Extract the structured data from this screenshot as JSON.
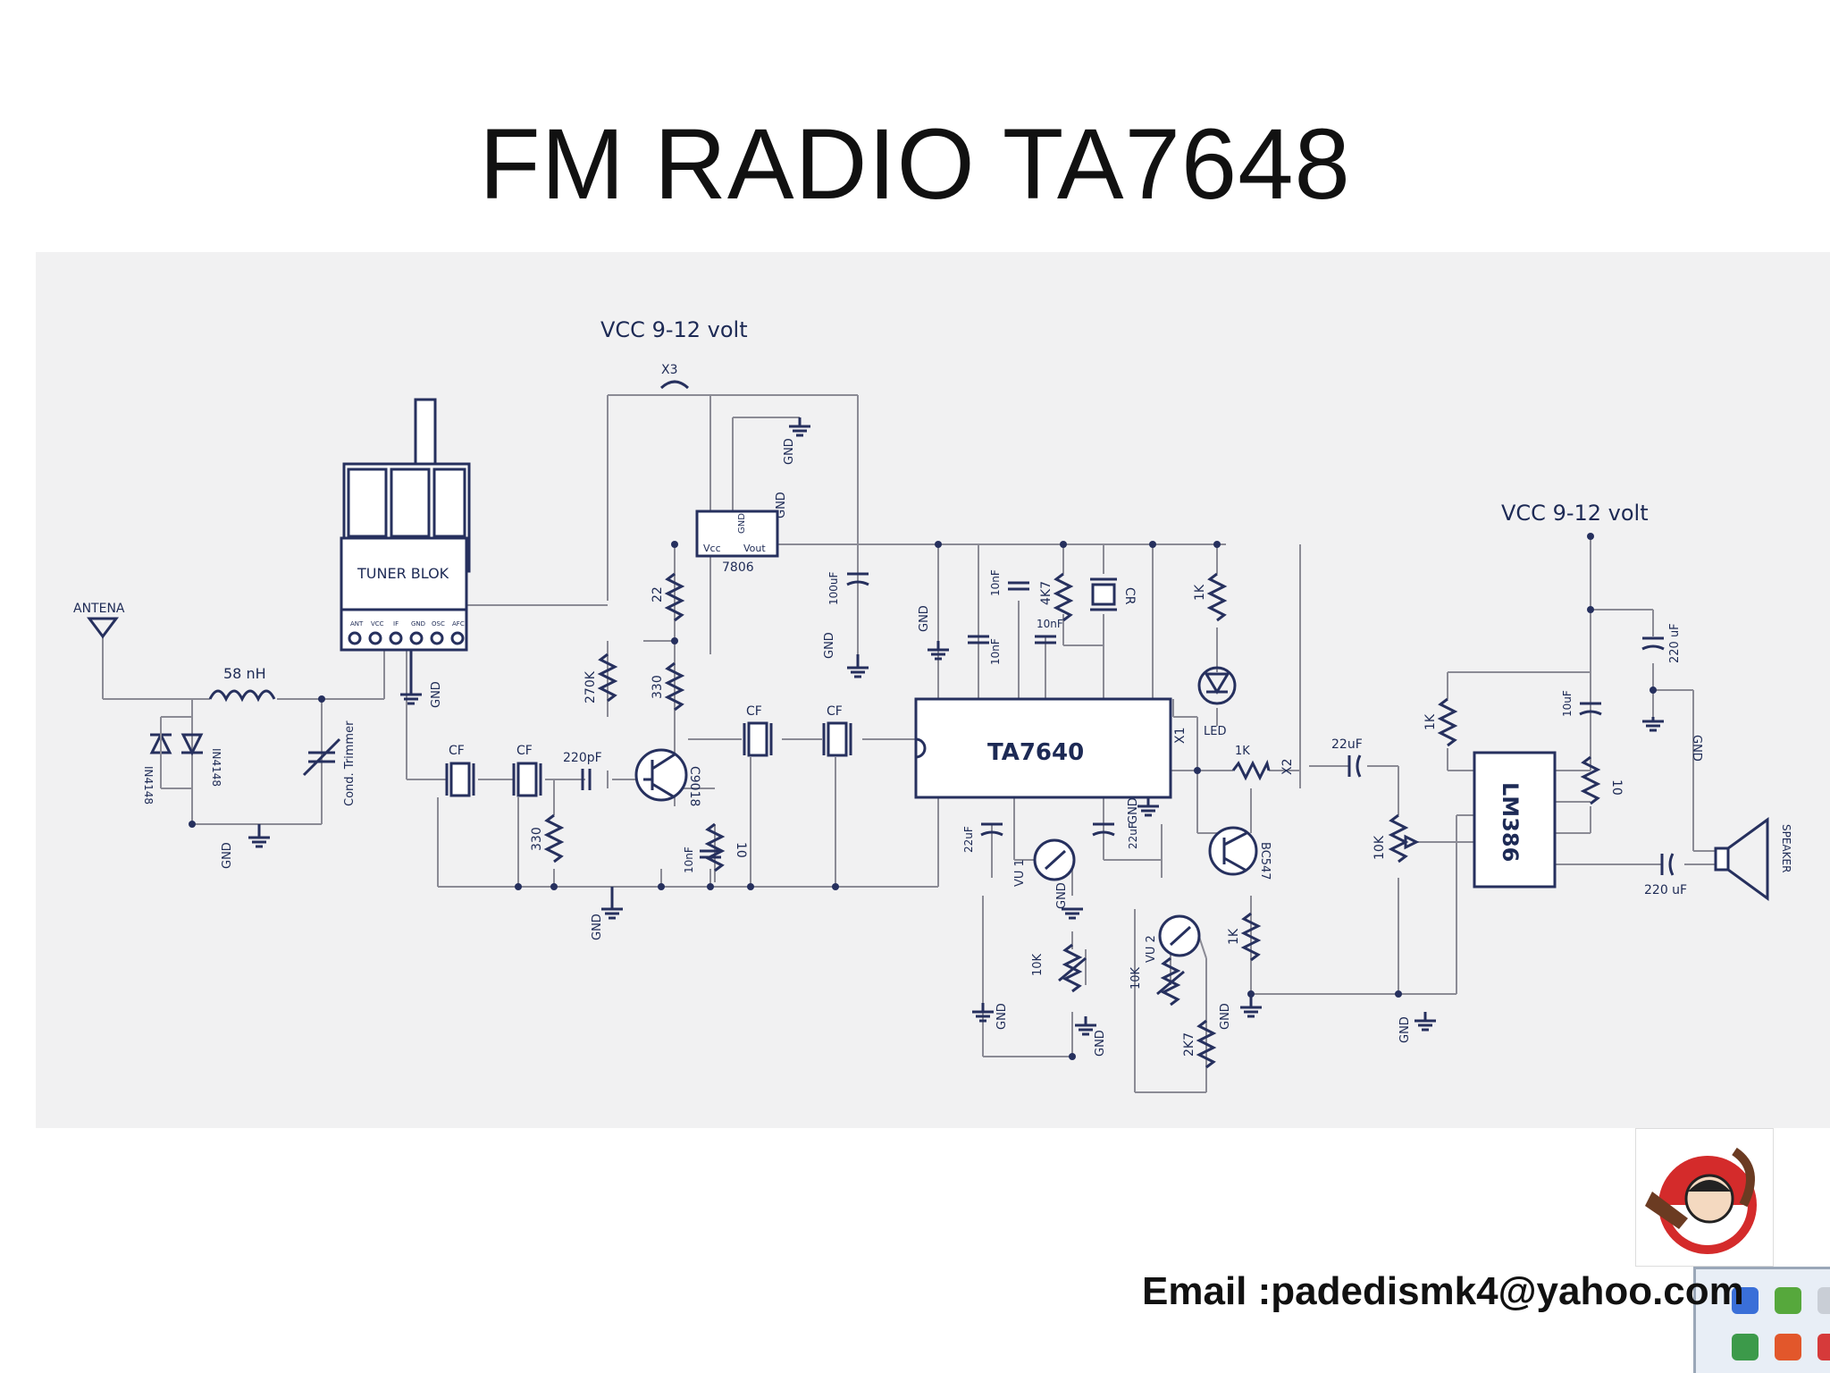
{
  "slide": {
    "title": "FM RADIO TA7648",
    "email": "Email :padedismk4@yahoo.com"
  },
  "schematic": {
    "vcc_main": "VCC  9-12  volt",
    "vcc_amp": "VCC  9-12  volt",
    "connector_x3": "X3",
    "connector_x1": "X1",
    "connector_x2": "X2",
    "tuner_block": "TUNER BLOK",
    "tuner_pins": [
      "ANT",
      "VCC",
      "IF",
      "GND",
      "OSC",
      "AFC"
    ],
    "antenna": "ANTENA",
    "inductor": "58 nH",
    "diode_1": "IN4148",
    "diode_2": "IN4148",
    "trimmer": "Cond. Trimmer",
    "cf_1": "CF",
    "cf_2": "CF",
    "cf_3": "CF",
    "cf_4": "CF",
    "cap_220pf": "220pF",
    "res_330_a": "330",
    "res_330_b": "330",
    "res_270k": "270K",
    "res_22": "22",
    "res_10_a": "10",
    "res_10_b": "10",
    "cap_10nf_a": "10nF",
    "cap_10nf_b": "10nF",
    "cap_10nf_c": "10nF",
    "cap_10nf_d": "10nF",
    "transistor_1": "C9018",
    "transistor_2": "BC547",
    "regulator": "7806",
    "reg_gnd": "GND",
    "reg_vcc": "Vcc",
    "reg_vout": "Vout",
    "cap_100uf": "100uF",
    "ic_main": "TA7640",
    "ic_amp": "LM386",
    "res_4k7": "4K7",
    "crystal": "CR",
    "res_1k_a": "1K",
    "res_1k_b": "1K",
    "res_1k_c": "1K",
    "res_1k_d": "1K",
    "led": "LED",
    "cap_22uf_a": "22uF",
    "cap_22uf_b": "22uF",
    "cap_22uf_c": "22uF",
    "cap_10uf": "10uF",
    "cap_220uf_a": "220 uF",
    "cap_220uf_b": "220 uF",
    "pot_10k_a": "10K",
    "pot_10k_b": "10K",
    "pot_10k_c": "10K",
    "vu_1": "VU 1",
    "vu_2": "VU 2",
    "res_2k7": "2K7",
    "speaker": "SPEAKER",
    "gnd": "GND"
  },
  "colors": {
    "ink": "#1d2a55",
    "wire": "#8b8b95",
    "panel": "#f1f1f2"
  }
}
